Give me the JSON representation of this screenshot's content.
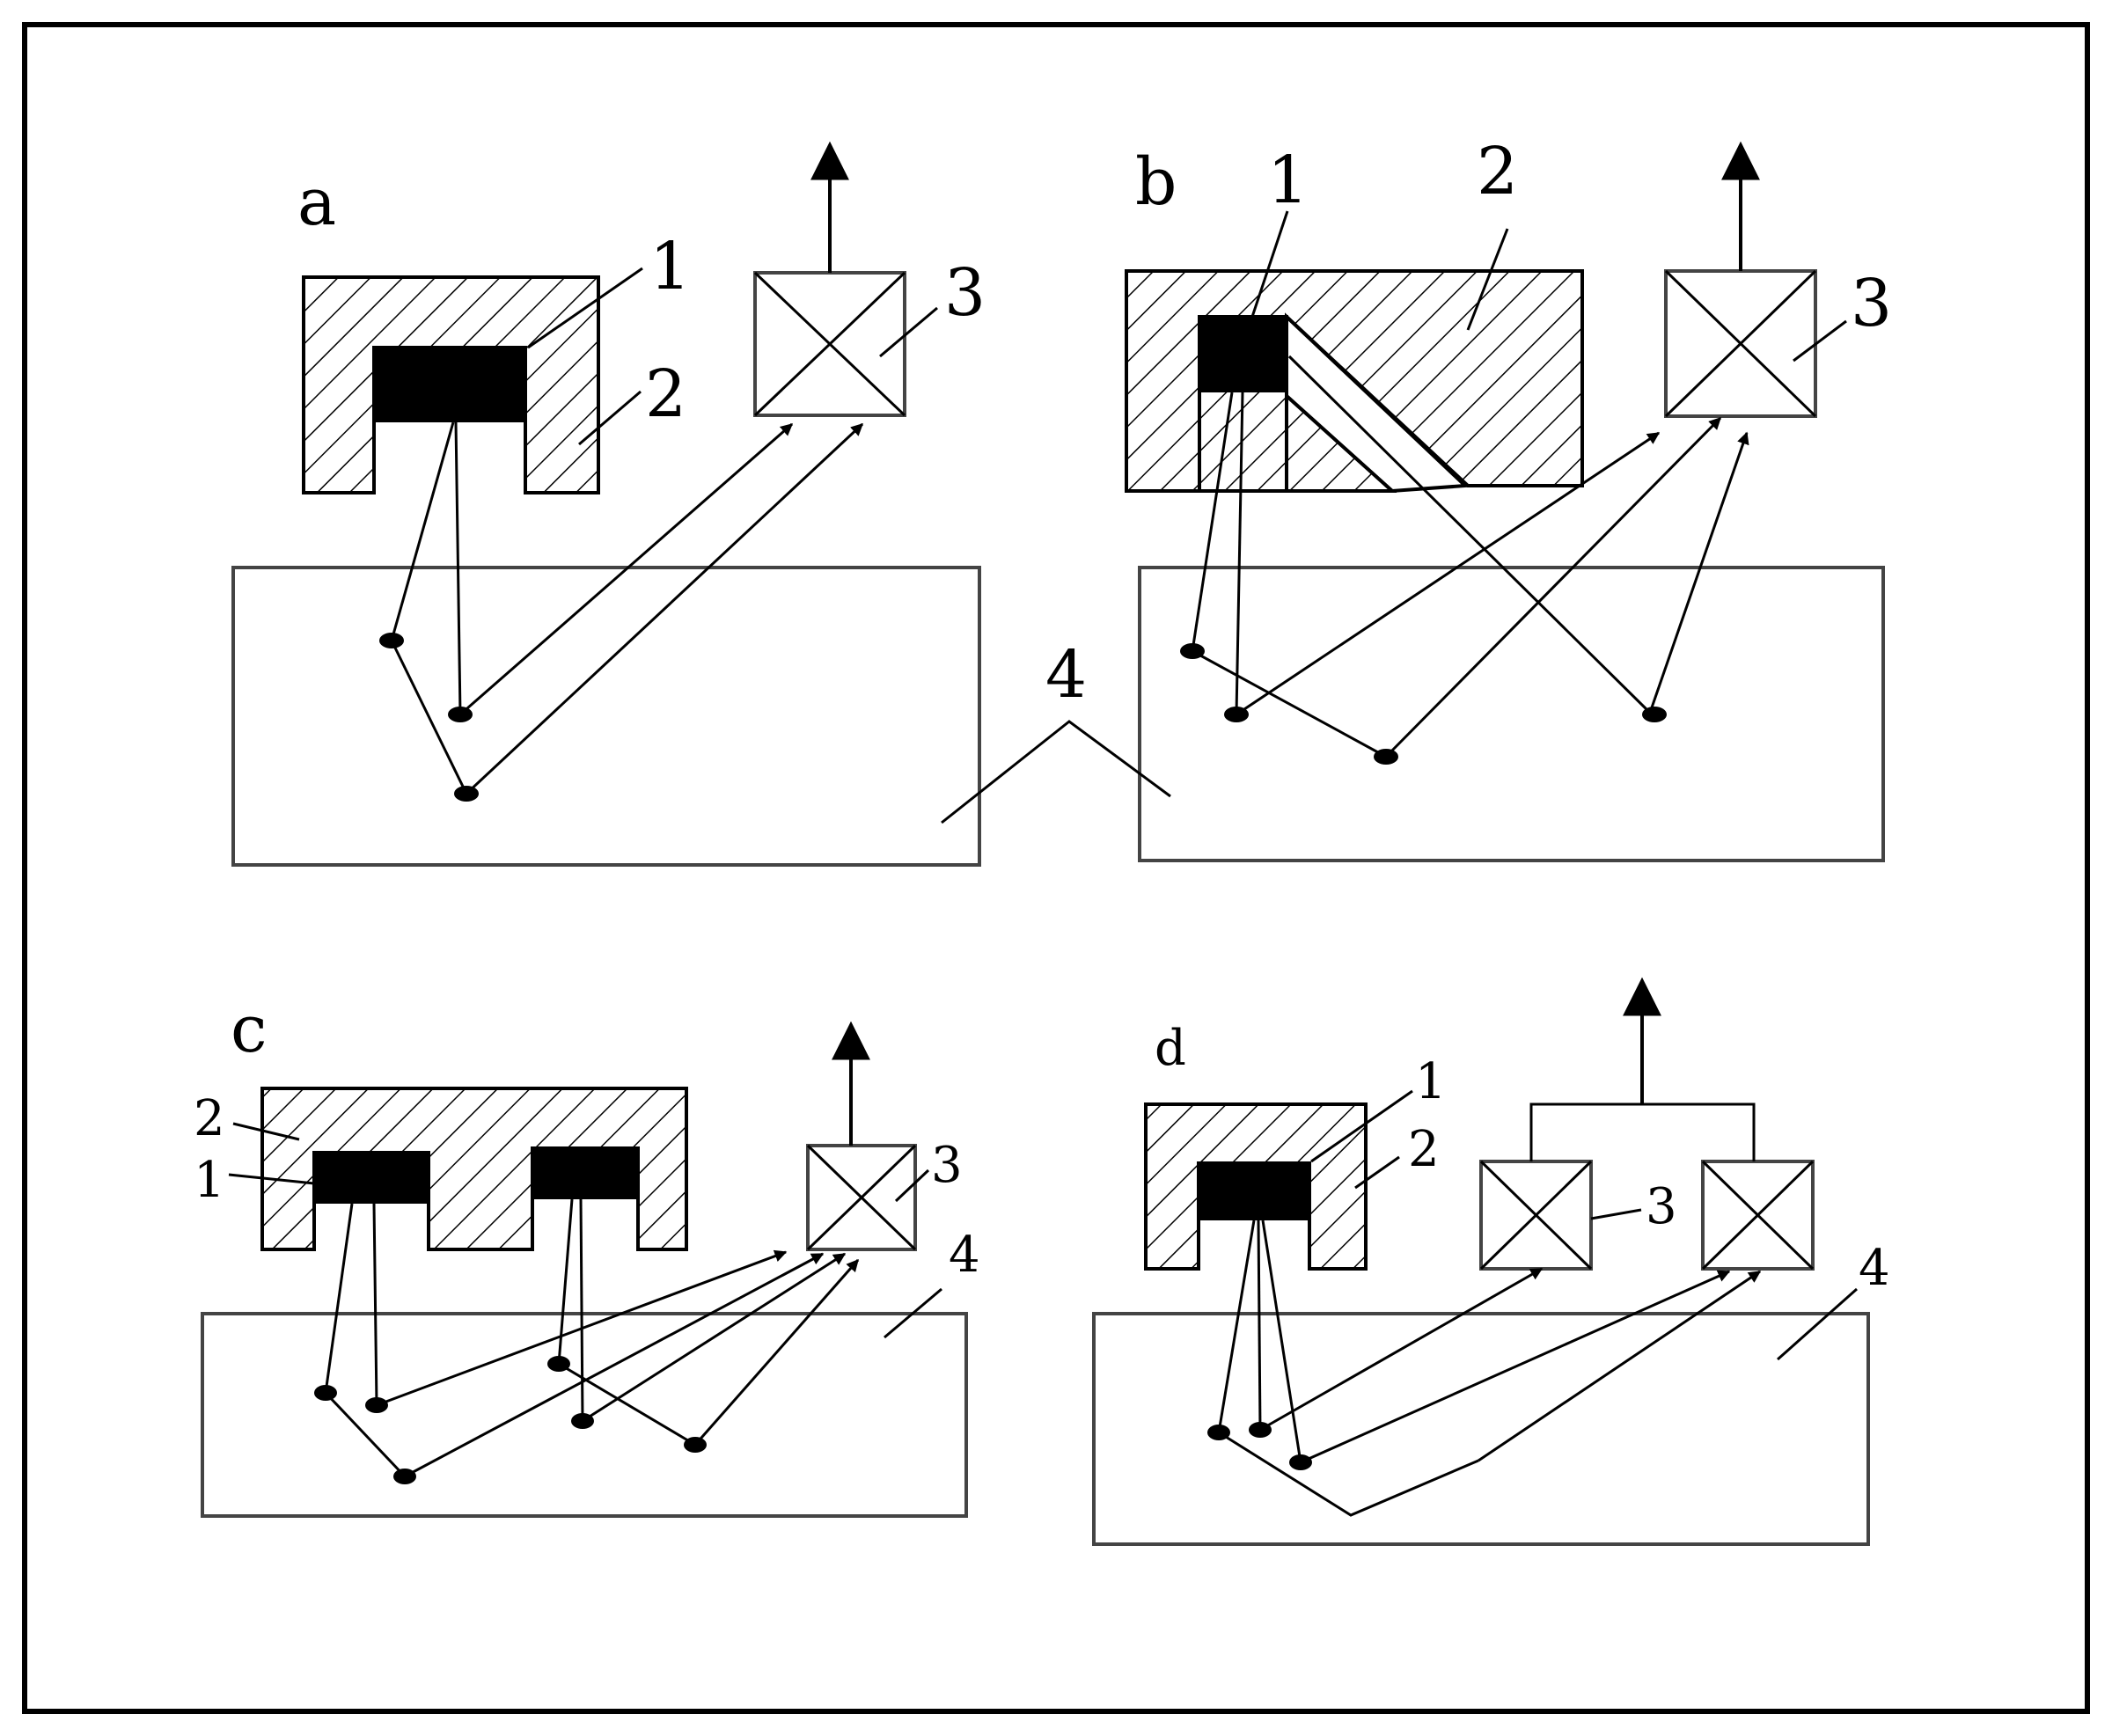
{
  "panels": {
    "a": {
      "label": "a",
      "n1": "1",
      "n2": "2",
      "n3": "3"
    },
    "b": {
      "label": "b",
      "n1": "1",
      "n2": "2",
      "n3": "3"
    },
    "c": {
      "label": "c",
      "n1": "1",
      "n2": "2",
      "n3": "3",
      "n4": "4"
    },
    "d": {
      "label": "d",
      "n1": "1",
      "n2": "2",
      "n3": "3",
      "n4": "4"
    }
  },
  "shared_label": "4"
}
